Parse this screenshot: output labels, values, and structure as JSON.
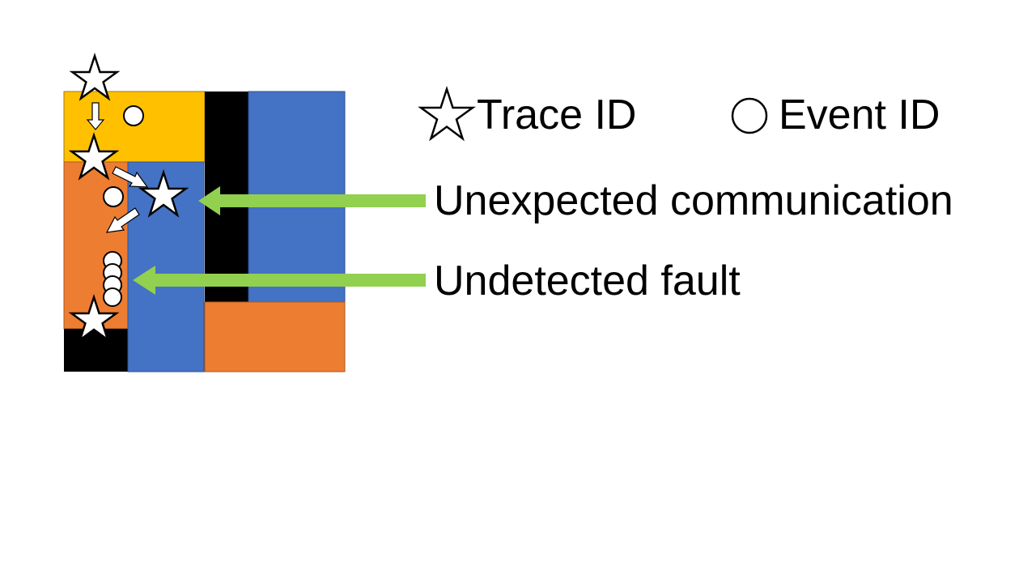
{
  "legend": {
    "trace_label": "Trace ID",
    "event_label": "Event ID",
    "trace_icon": "star-icon",
    "event_icon": "circle-icon"
  },
  "annotations": {
    "unexpected_label": "Unexpected communication",
    "undetected_label": "Undetected fault"
  },
  "colors": {
    "yellow": "#FFC000",
    "orange": "#ED7D31",
    "blue": "#4472C4",
    "black": "#000000",
    "green": "#92D050"
  }
}
